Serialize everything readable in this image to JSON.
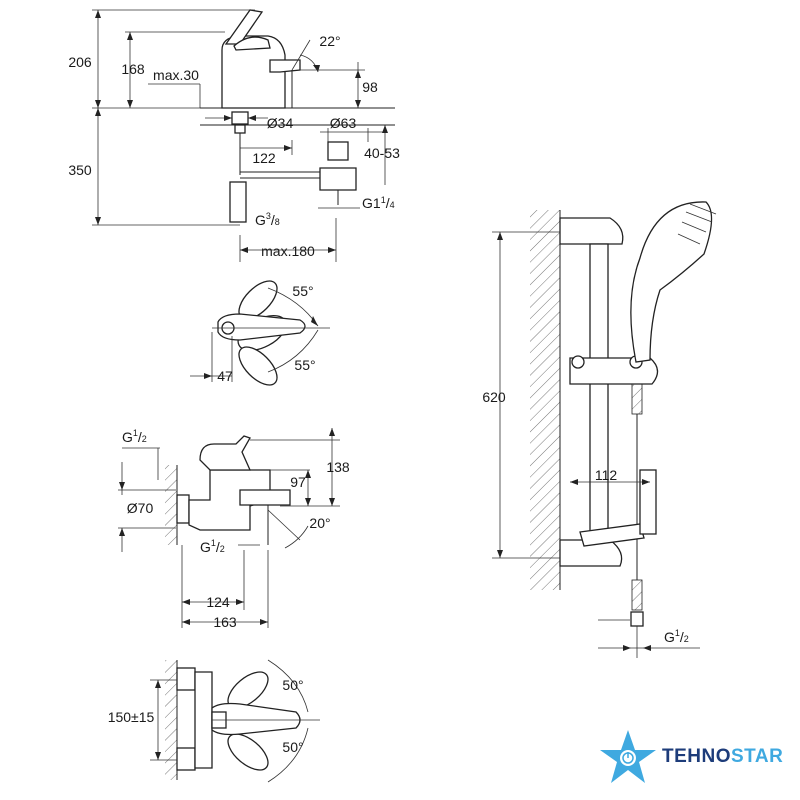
{
  "basin_mixer": {
    "d_206": "206",
    "d_168": "168",
    "d_max30": "max.30",
    "d_22": "22°",
    "d_98": "98",
    "d_350": "350",
    "d_o34": "Ø34",
    "d_o63": "Ø63",
    "d_122": "122",
    "d_40_53": "40-53",
    "d_g1": "G1",
    "d_g1_frac_num": "1",
    "d_g1_frac_den": "4",
    "d_g38": "G",
    "d_g38_num": "3",
    "d_g38_den": "8",
    "d_max180": "max.180"
  },
  "basin_top": {
    "d_55a": "55°",
    "d_55b": "55°",
    "d_47": "47"
  },
  "bath_mixer": {
    "d_g12_top": "G",
    "d_g12_top_num": "1",
    "d_g12_top_den": "2",
    "d_o70": "Ø70",
    "d_97": "97",
    "d_138": "138",
    "d_20": "20°",
    "d_g12_bot": "G",
    "d_g12_bot_num": "1",
    "d_g12_bot_den": "2",
    "d_124": "124",
    "d_163": "163"
  },
  "bath_top": {
    "d_150": "150±15",
    "d_50a": "50°",
    "d_50b": "50°"
  },
  "shower_rail": {
    "d_620": "620",
    "d_112": "112",
    "d_g12": "G",
    "d_g12_num": "1",
    "d_g12_den": "2"
  },
  "logo": {
    "part_a": "TEHNO",
    "part_b": "STAR"
  }
}
